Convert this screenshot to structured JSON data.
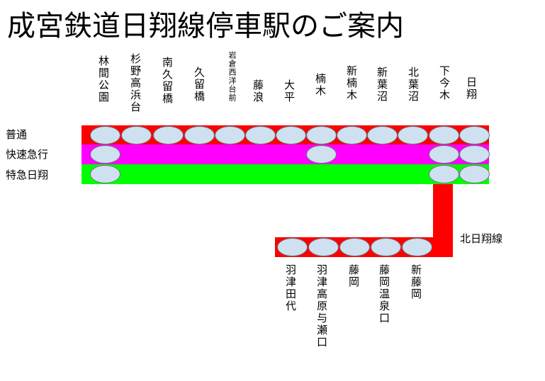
{
  "title": "成宮鉄道日翔線停車駅のご案内",
  "colors": {
    "local": "#ff0000",
    "rapid": "#ff00ff",
    "limited": "#00ff00",
    "stop_fill": "#cfe0f1",
    "stop_border": "#6d7680"
  },
  "services": {
    "local": "普通",
    "rapid": "快速急行",
    "limited": "特急日翔"
  },
  "main_stations": [
    "林間公園",
    "杉野高浜台",
    "南久留橋",
    "久留橋",
    "岩倉西洋台前",
    "藤浪",
    "大平",
    "楠木",
    "新楠木",
    "新葉沼",
    "北葉沼",
    "下今木",
    "日翔"
  ],
  "branch": {
    "name": "北日翔線",
    "stations": [
      "羽津田代",
      "羽津高原与瀬口",
      "藤岡",
      "藤岡温泉口",
      "新藤岡"
    ]
  },
  "stops": {
    "local": [
      "林間公園",
      "杉野高浜台",
      "南久留橋",
      "久留橋",
      "岩倉西洋台前",
      "藤浪",
      "大平",
      "楠木",
      "新楠木",
      "新葉沼",
      "北葉沼",
      "下今木",
      "日翔"
    ],
    "rapid": [
      "林間公園",
      "楠木",
      "下今木",
      "日翔"
    ],
    "limited": [
      "林間公園",
      "下今木",
      "日翔"
    ],
    "branch": [
      "羽津田代",
      "羽津高原与瀬口",
      "藤岡",
      "藤岡温泉口",
      "新藤岡"
    ]
  }
}
